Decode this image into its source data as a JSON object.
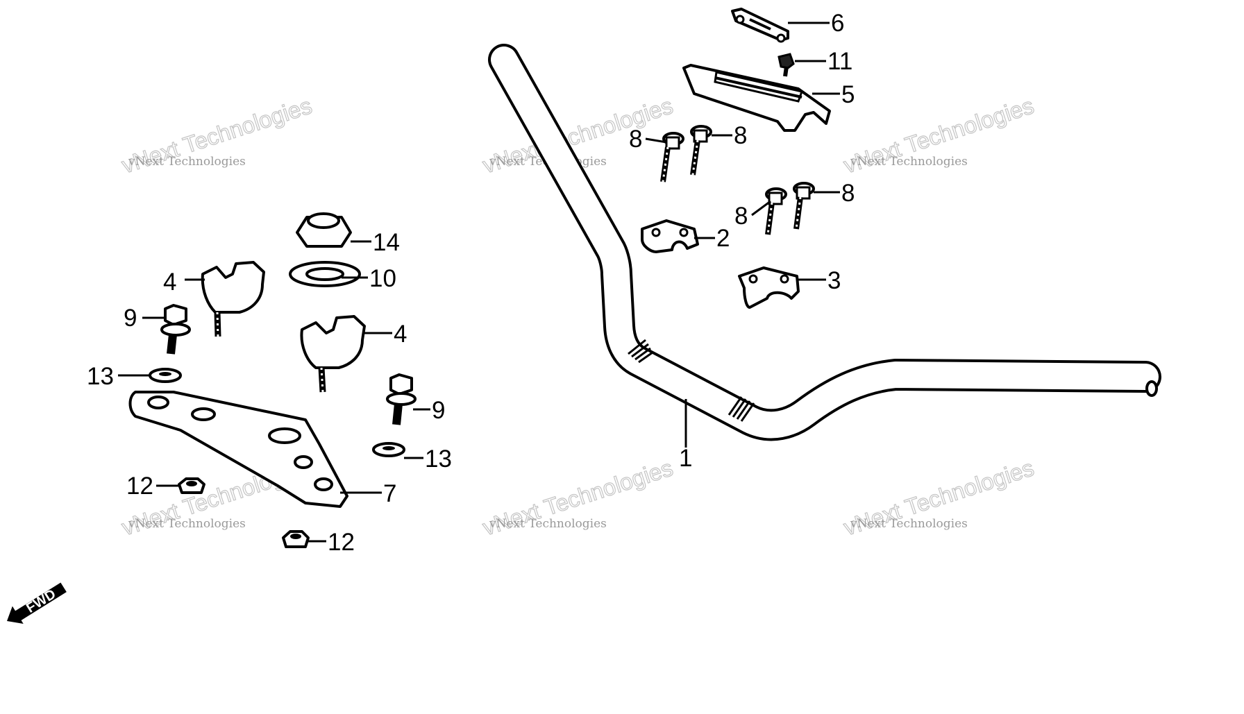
{
  "diagram": {
    "callouts": [
      {
        "id": "c1",
        "text": "1"
      },
      {
        "id": "c2",
        "text": "2"
      },
      {
        "id": "c3",
        "text": "3"
      },
      {
        "id": "c4a",
        "text": "4"
      },
      {
        "id": "c4b",
        "text": "4"
      },
      {
        "id": "c5",
        "text": "5"
      },
      {
        "id": "c6",
        "text": "6"
      },
      {
        "id": "c7",
        "text": "7"
      },
      {
        "id": "c8a",
        "text": "8"
      },
      {
        "id": "c8b",
        "text": "8"
      },
      {
        "id": "c8c",
        "text": "8"
      },
      {
        "id": "c8d",
        "text": "8"
      },
      {
        "id": "c9a",
        "text": "9"
      },
      {
        "id": "c9b",
        "text": "9"
      },
      {
        "id": "c10",
        "text": "10"
      },
      {
        "id": "c11",
        "text": "11"
      },
      {
        "id": "c12a",
        "text": "12"
      },
      {
        "id": "c12b",
        "text": "12"
      },
      {
        "id": "c13a",
        "text": "13"
      },
      {
        "id": "c13b",
        "text": "13"
      },
      {
        "id": "c14",
        "text": "14"
      }
    ],
    "fwd_label": "FWD",
    "watermark_line1": "vNext Technologies",
    "watermark_line2": "vNext Technologies"
  }
}
